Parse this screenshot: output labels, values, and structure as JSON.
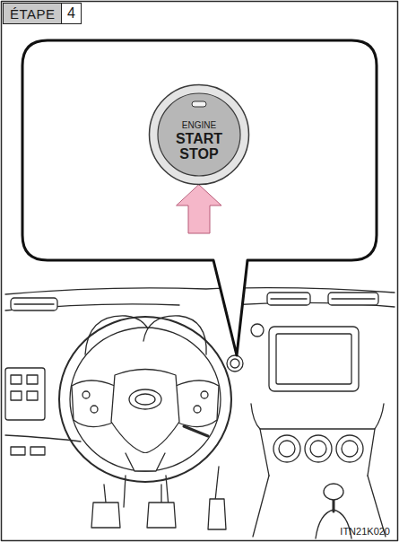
{
  "diagram": {
    "nodes": [
      {
        "text": [
          "ÉTAPE"
        ]
      },
      {
        "text": [
          "4"
        ]
      },
      {
        "text": [
          "ENGINE",
          "START STOP"
        ]
      }
    ],
    "labels": [
      "ITN21K020"
    ]
  }
}
